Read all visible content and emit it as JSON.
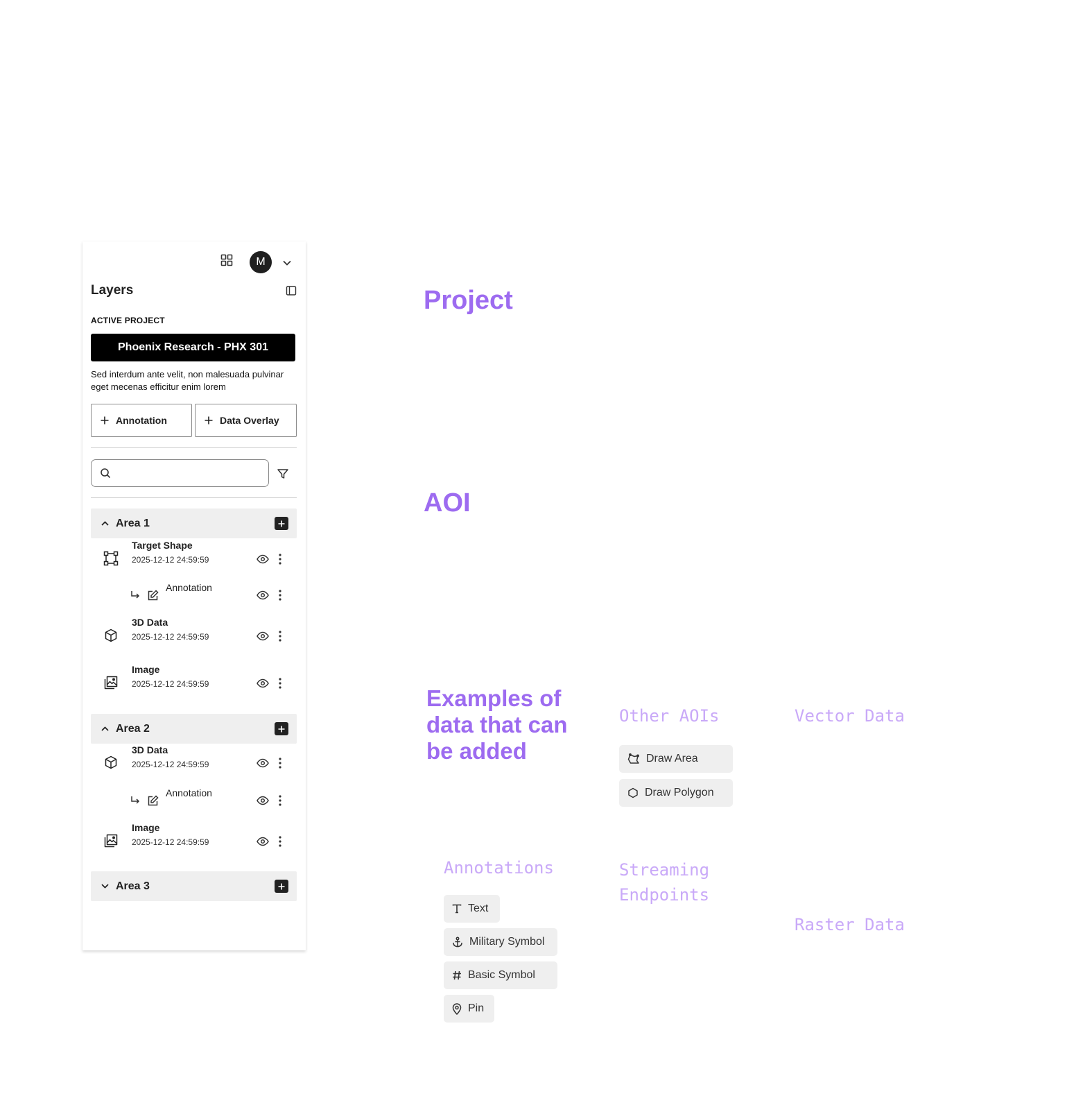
{
  "panel": {
    "avatar_initial": "M",
    "title": "Layers",
    "active_project_label": "ACTIVE PROJECT",
    "project_name": "Phoenix Research - PHX 301",
    "project_description": "Sed interdum ante velit, non malesuada pulvinar eget mecenas efficitur enim lorem",
    "add_annotation_label": "Annotation",
    "add_overlay_label": "Data Overlay",
    "search_placeholder": "",
    "areas": [
      {
        "label": "Area 1",
        "expanded": true,
        "layers": [
          {
            "title": "Target Shape",
            "date": "2025-12-12 24:59:59",
            "icon": "target-shape-icon",
            "sub": "Annotation"
          },
          {
            "title": "3D Data",
            "date": "2025-12-12 24:59:59",
            "icon": "cube-icon"
          },
          {
            "title": "Image",
            "date": "2025-12-12 24:59:59",
            "icon": "image-icon"
          }
        ]
      },
      {
        "label": "Area 2",
        "expanded": true,
        "layers": [
          {
            "title": "3D Data",
            "date": "2025-12-12 24:59:59",
            "icon": "cube-icon",
            "sub": "Annotation"
          },
          {
            "title": "Image",
            "date": "2025-12-12 24:59:59",
            "icon": "image-icon"
          }
        ]
      },
      {
        "label": "Area 3",
        "expanded": false,
        "layers": []
      }
    ]
  },
  "notes": {
    "project": "Project",
    "aoi": "AOI",
    "examples": [
      "Examples of",
      "data that can",
      "be added"
    ],
    "other_aois": "Other AOIs",
    "vector_data": "Vector Data",
    "annotations": "Annotations",
    "streaming": [
      "Streaming",
      "Endpoints"
    ],
    "raster_data": "Raster Data",
    "aoi_chips": [
      "Draw Area",
      "Draw Polygon"
    ],
    "annotation_chips": [
      "Text",
      "Military Symbol",
      "Basic Symbol",
      "Pin"
    ]
  },
  "colors": {
    "accent_purple": "#9d6bf0",
    "light_purple": "#c9a9f8",
    "chip_bg": "#efefef",
    "panel_dark": "#000000"
  }
}
